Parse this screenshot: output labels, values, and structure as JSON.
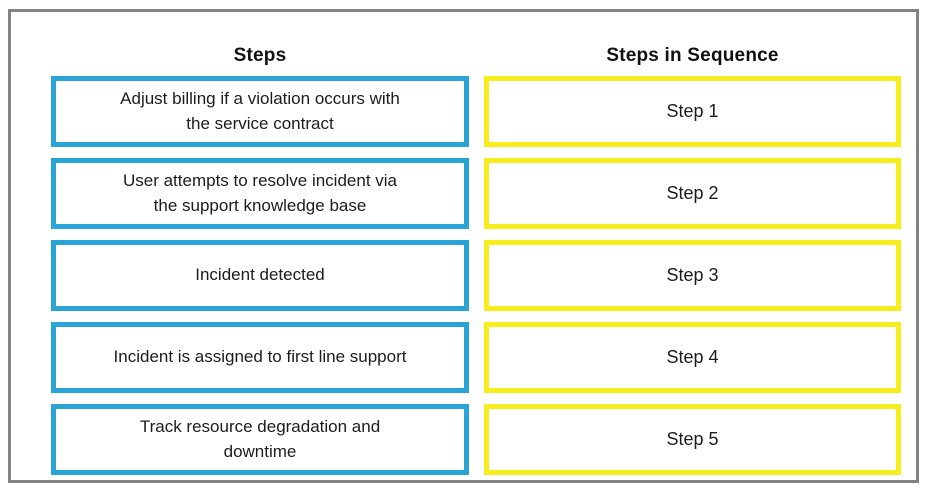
{
  "left_column": {
    "header": "Steps",
    "items": [
      {
        "label": "Adjust billing if a violation occurs with\nthe service contract"
      },
      {
        "label": "User attempts to resolve incident via\nthe support knowledge base"
      },
      {
        "label": "Incident detected"
      },
      {
        "label": "Incident is assigned to first line support"
      },
      {
        "label": "Track resource degradation and\ndowntime"
      }
    ]
  },
  "right_column": {
    "header": "Steps in Sequence",
    "items": [
      {
        "label": "Step 1"
      },
      {
        "label": "Step 2"
      },
      {
        "label": "Step 3"
      },
      {
        "label": "Step 4"
      },
      {
        "label": "Step 5"
      }
    ]
  },
  "colors": {
    "step_box_border": "#2aa4d4",
    "sequence_box_border": "#f7ec1c",
    "frame_border": "#838383",
    "text": "#1c1c1c",
    "background": "#ffffff"
  }
}
